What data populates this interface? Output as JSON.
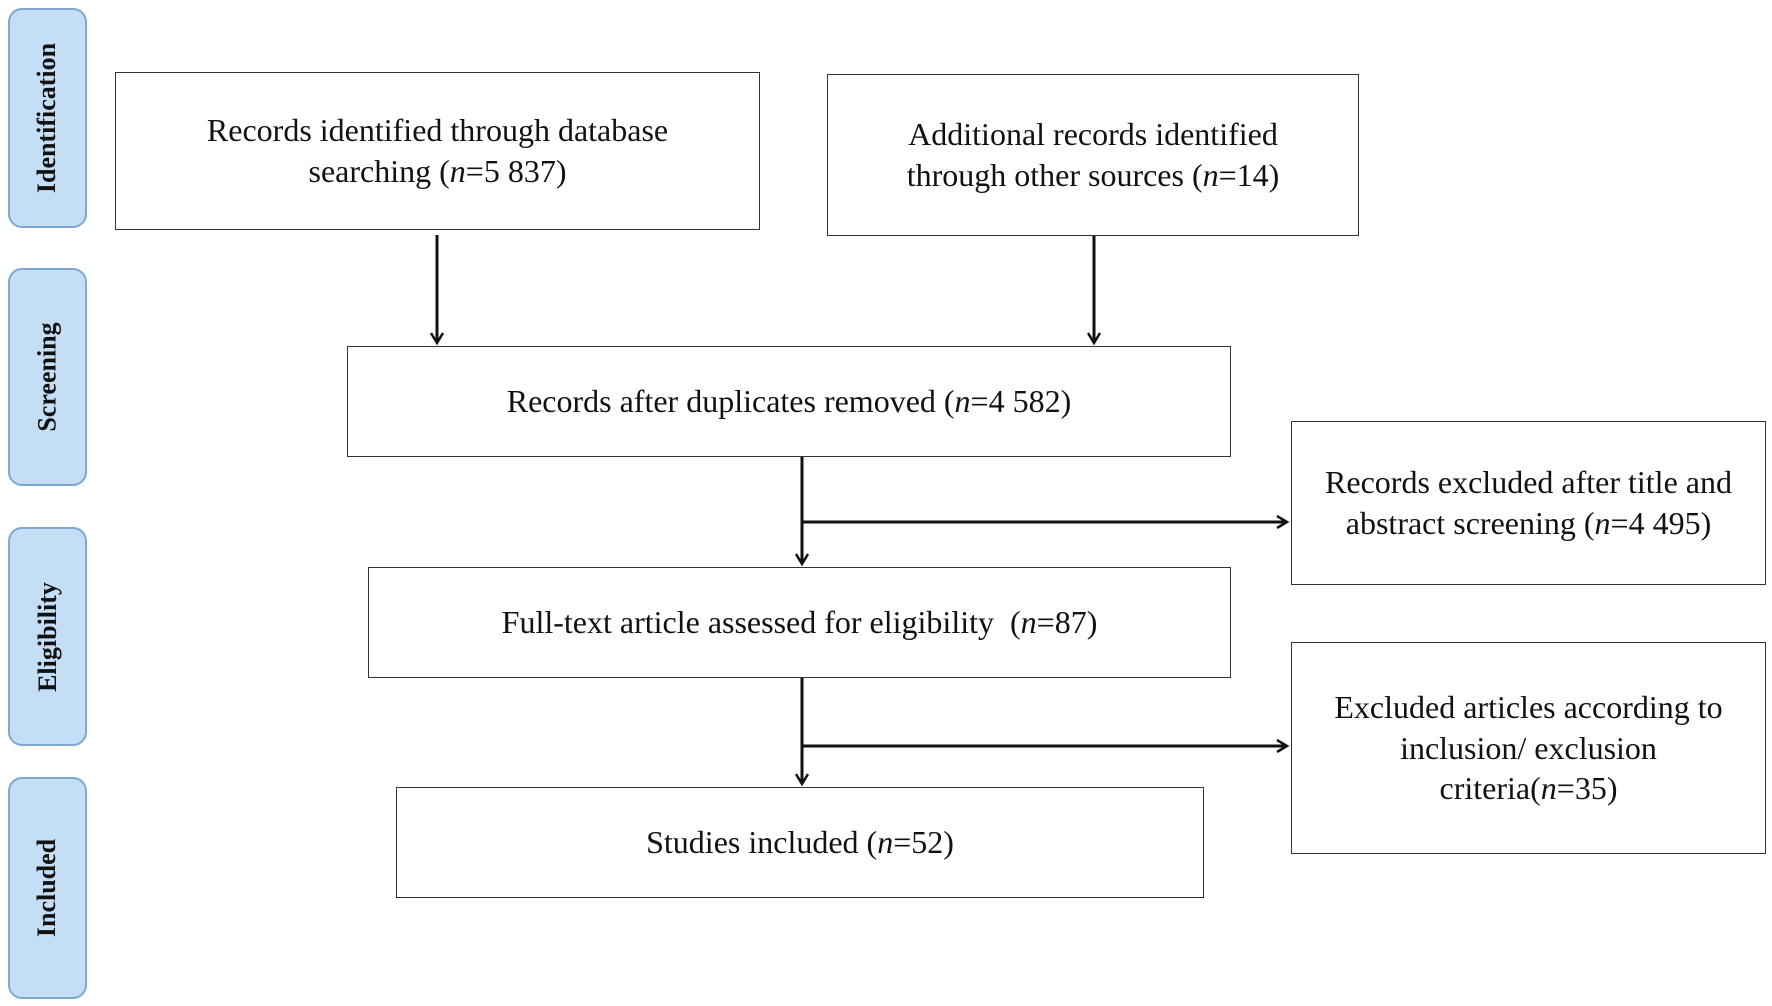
{
  "stages": {
    "identification": "Identification",
    "screening": "Screening",
    "eligibility": "Eligibility",
    "included": "Included"
  },
  "boxes": {
    "database": {
      "pre": "Records identified through database searching (",
      "n": "n",
      "post": "=5 837)"
    },
    "other_sources": {
      "pre": "Additional records identified through other sources (",
      "n": "n",
      "post": "=14)"
    },
    "after_duplicates": {
      "pre": "Records after duplicates removed (",
      "n": "n",
      "post": "=4 582)"
    },
    "excluded_title": {
      "pre": "Records excluded  after title and abstract screening (",
      "n": "n",
      "post": "=4 495)"
    },
    "full_text": {
      "pre": "Full-text article assessed for eligibility  (",
      "n": "n",
      "post": "=87)"
    },
    "excluded_articles": {
      "pre": "Excluded articles according to inclusion/ exclusion criteria(",
      "n": "n",
      "post": "=35)"
    },
    "studies_included": {
      "pre": "Studies included (",
      "n": "n",
      "post": "=52)"
    }
  }
}
